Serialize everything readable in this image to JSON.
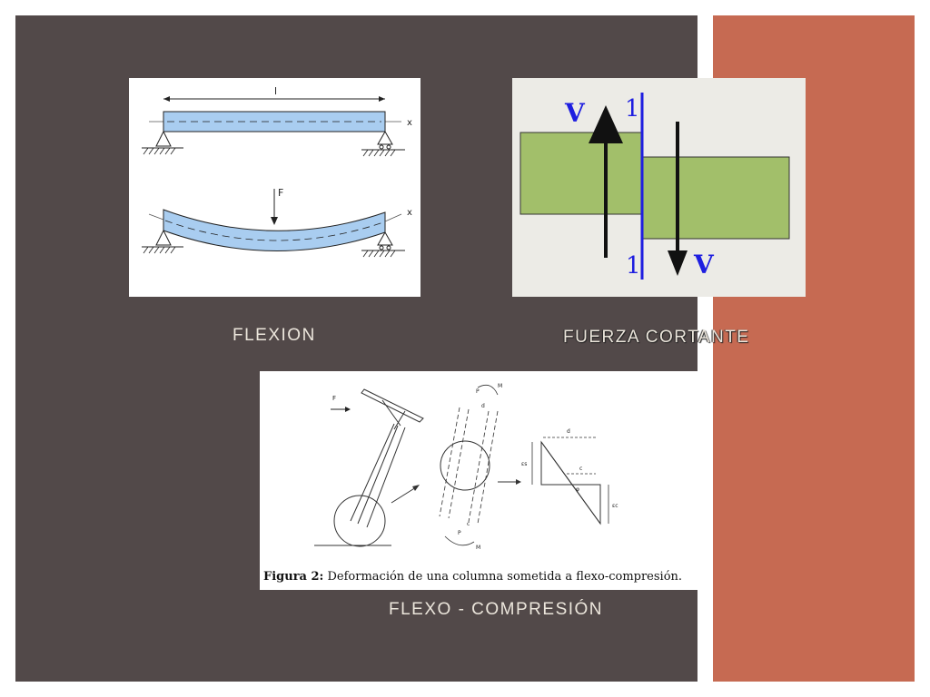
{
  "slide": {
    "colors": {
      "background": "#ffffff",
      "dark_panel": "#524949",
      "accent_panel": "#c66a52",
      "caption_text": "#ece6dc"
    },
    "figures": {
      "beam": {
        "span_label": "l",
        "axis_label": "x",
        "load_label": "F",
        "beam_color": "#a9cdf0"
      },
      "shear": {
        "force_label_left": "V",
        "force_label_right": "V",
        "section_label_top": "1",
        "section_label_bottom": "1",
        "block_color": "#a2bf6a",
        "line_color": "#1e1ee0"
      },
      "column": {
        "force_label": "F",
        "load_label_top": "P",
        "moment_label_top": "M",
        "load_label_bottom": "P",
        "moment_label_bottom": "M",
        "dim_d_top": "d",
        "dim_d_diagram": "d",
        "dim_c_diagram": "c",
        "dim_c_bottom": "c",
        "strain_label_top": "εs",
        "strain_label_bottom": "εc",
        "angle_label": "φ",
        "caption_bold": "Figura 2:",
        "caption_text": " Deformación de una columna sometida a flexo-compresión."
      }
    },
    "captions": {
      "flexion": "FLEXION",
      "fuerza_cortante": "FUERZA CORTANTE",
      "flexo_compresion": "FLEXO - COMPRESIÓN"
    }
  }
}
